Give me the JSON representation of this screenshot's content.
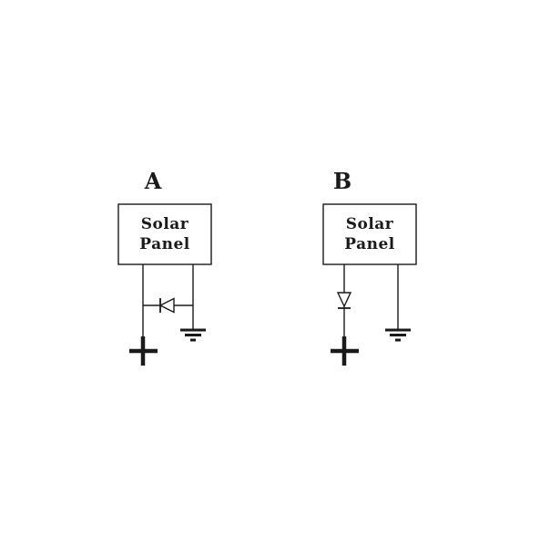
{
  "page": {
    "background": "#ffffff",
    "ink": "#1a1a1a"
  },
  "diagrams": [
    {
      "label": "A",
      "panel": {
        "line1": "Solar",
        "line2": "Panel"
      },
      "symbols": {
        "diode": "diode-icon-pointing-left",
        "positive": "positive-terminal-plus",
        "ground": "earth-ground-icon"
      }
    },
    {
      "label": "B",
      "panel": {
        "line1": "Solar",
        "line2": "Panel"
      },
      "symbols": {
        "diode": "diode-icon-pointing-down",
        "positive": "positive-terminal-plus",
        "ground": "earth-ground-icon"
      }
    }
  ]
}
